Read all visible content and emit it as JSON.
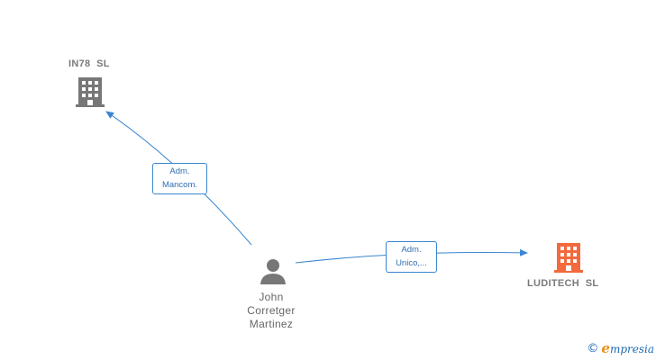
{
  "nodes": {
    "in78": {
      "label": "IN78  SL",
      "color": "#777777",
      "icon": "building-icon"
    },
    "luditech": {
      "label": "LUDITECH  SL",
      "color": "#f26a3d",
      "icon": "building-icon"
    },
    "person": {
      "label": "John Corretger Martinez",
      "color": "#777777",
      "icon": "person-icon"
    }
  },
  "edges": {
    "to_in78": {
      "line1": "Adm.",
      "line2": "Mancom."
    },
    "to_luditech": {
      "line1": "Adm.",
      "line2": "Unico,..."
    }
  },
  "colors": {
    "edge": "#3a86d0"
  },
  "brand": {
    "copyright": "©",
    "e": "e",
    "name": "mpresia"
  }
}
